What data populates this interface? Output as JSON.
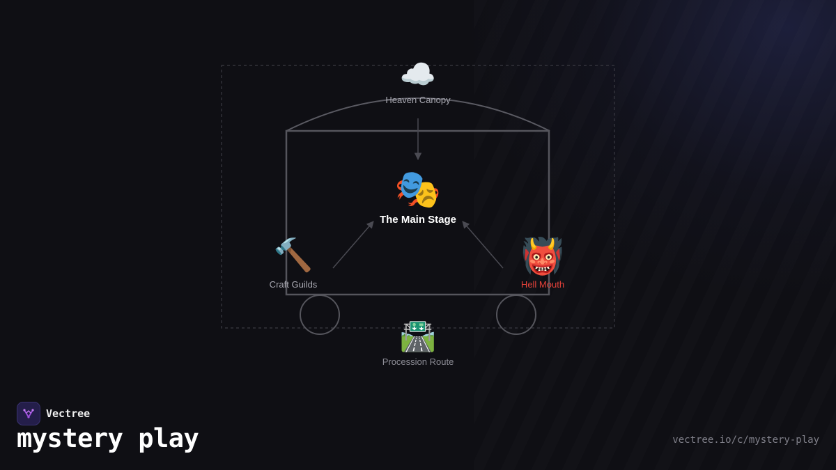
{
  "colors": {
    "background": "#0f0f14",
    "frame_line": "#55555c",
    "connector": "#3f3f46",
    "label": "#a9a9b2",
    "hell_label": "#e8423a",
    "stage_label": "#ffffff",
    "brand_accent": "#a050e0"
  },
  "nodes": {
    "heaven": {
      "icon": "cloud-icon",
      "emoji": "☁️",
      "label": "Heaven Canopy"
    },
    "stage": {
      "icon": "performing-arts-masks-icon",
      "emoji": "🎭",
      "label": "The Main Stage"
    },
    "guilds": {
      "icon": "hammer-icon",
      "emoji": "🔨",
      "label": "Craft Guilds"
    },
    "hell": {
      "icon": "ogre-demon-icon",
      "emoji": "👹",
      "label": "Hell Mouth"
    },
    "route": {
      "icon": "motorway-icon",
      "emoji": "🛣️",
      "label": "Procession Route"
    }
  },
  "connections": [
    {
      "from": "heaven",
      "to": "stage"
    },
    {
      "from": "guilds",
      "to": "stage"
    },
    {
      "from": "hell",
      "to": "stage"
    }
  ],
  "footer": {
    "brand_name": "Vectree",
    "brand_icon": "vectree-logo-icon",
    "title": "mystery play",
    "url": "vectree.io/c/mystery-play"
  }
}
